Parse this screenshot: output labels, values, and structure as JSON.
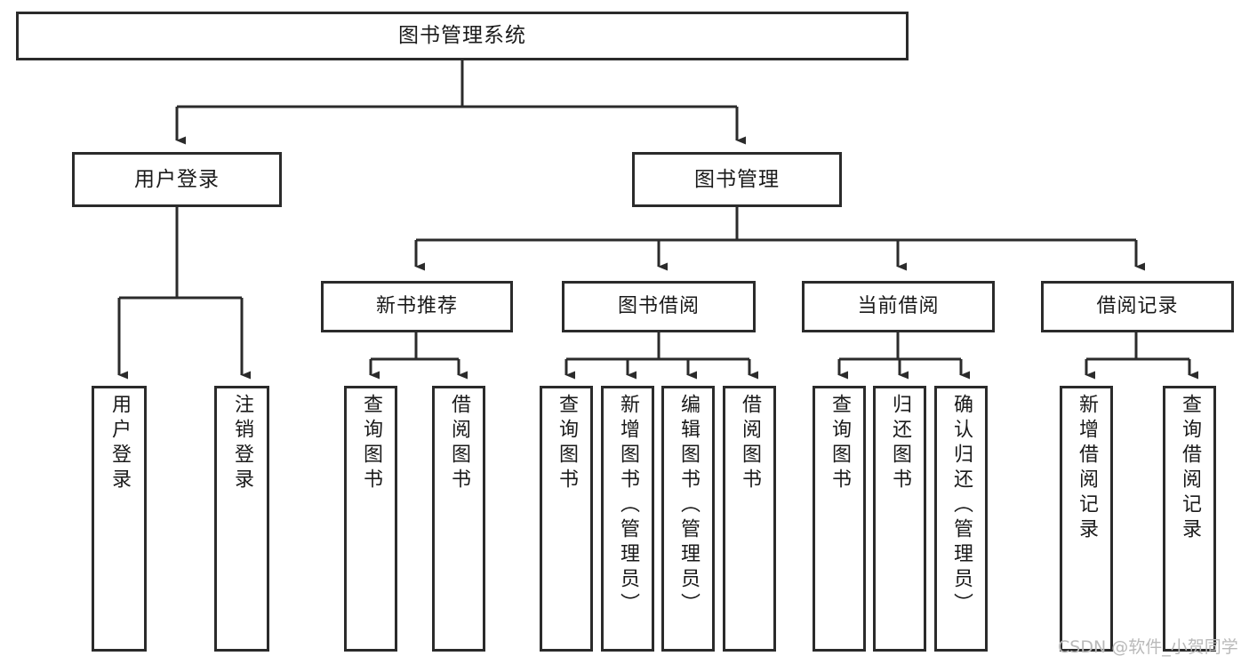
{
  "diagram": {
    "type": "tree-hierarchy-chart",
    "title": "图书管理系统",
    "watermark": "CSDN @软件_小贺同学",
    "colors": {
      "stroke": "#2b2b2b",
      "fill": "#ffffff",
      "text": "#1a1a1a",
      "watermark": "#b9b9b9"
    },
    "nodes": {
      "root": {
        "label": "图书管理系统"
      },
      "level2": [
        {
          "label": "用户登录"
        },
        {
          "label": "图书管理"
        }
      ],
      "level3": [
        {
          "label": "新书推荐"
        },
        {
          "label": "图书借阅"
        },
        {
          "label": "当前借阅"
        },
        {
          "label": "借阅记录"
        }
      ],
      "leaves": {
        "user_login": [
          {
            "label": "用户登录"
          },
          {
            "label": "注销登录"
          }
        ],
        "new_book_recommend": [
          {
            "label": "查询图书"
          },
          {
            "label": "借阅图书"
          }
        ],
        "book_borrow": [
          {
            "label": "查询图书"
          },
          {
            "label": "新增图书（管理员）"
          },
          {
            "label": "编辑图书（管理员）"
          },
          {
            "label": "借阅图书"
          }
        ],
        "current_borrow": [
          {
            "label": "查询图书"
          },
          {
            "label": "归还图书"
          },
          {
            "label": "确认归还（管理员）"
          }
        ],
        "borrow_record": [
          {
            "label": "新增借阅记录"
          },
          {
            "label": "查询借阅记录"
          }
        ]
      }
    }
  }
}
